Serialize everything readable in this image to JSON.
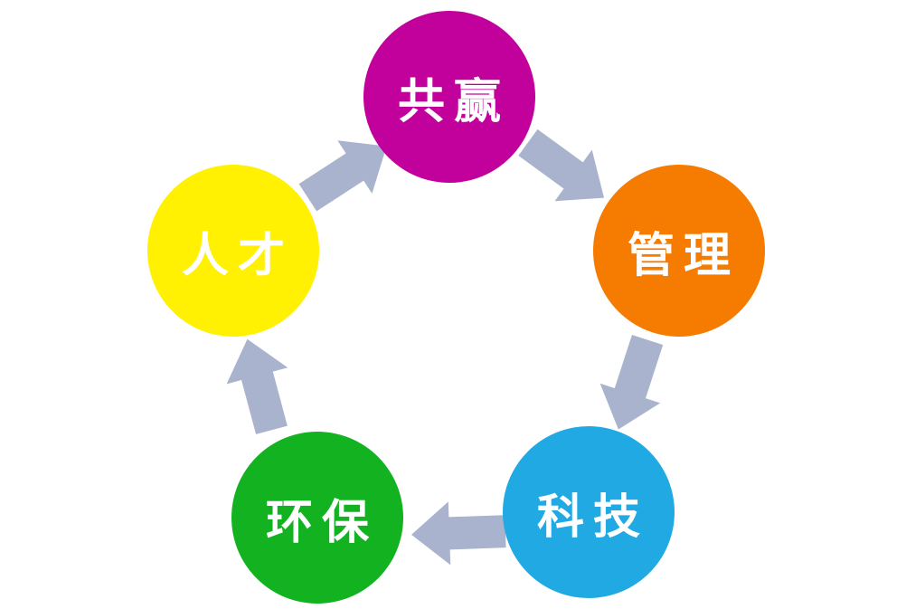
{
  "diagram": {
    "type": "cycle",
    "background_color": "#FFFFFF",
    "text_color": "#FFFFFF",
    "arrow_color": "#A9B3CE",
    "nodes": [
      {
        "id": "win-win",
        "label": "共赢",
        "color": "#C2009B"
      },
      {
        "id": "management",
        "label": "管理",
        "color": "#F57C00"
      },
      {
        "id": "technology",
        "label": "科技",
        "color": "#21A9E3"
      },
      {
        "id": "environment",
        "label": "环保",
        "color": "#12B221"
      },
      {
        "id": "talent",
        "label": "人才",
        "color": "#FFF101"
      }
    ],
    "connections": [
      {
        "from": "talent",
        "to": "win-win"
      },
      {
        "from": "win-win",
        "to": "management"
      },
      {
        "from": "management",
        "to": "technology"
      },
      {
        "from": "technology",
        "to": "environment"
      },
      {
        "from": "environment",
        "to": "talent"
      }
    ]
  }
}
